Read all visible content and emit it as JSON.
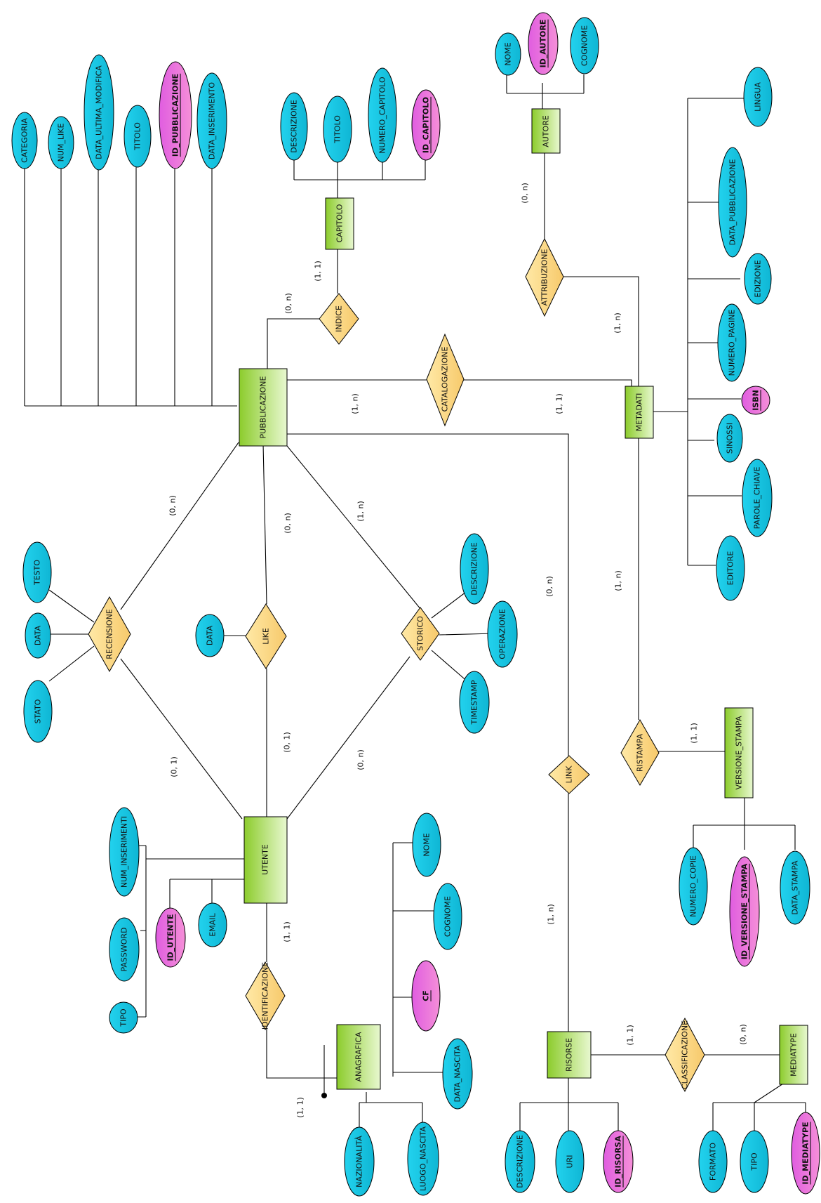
{
  "entities": {
    "pubblicazione": "PUBBLICAZIONE",
    "capitolo": "CAPITOLO",
    "autore": "AUTORE",
    "metadati": "METADATI",
    "utente": "UTENTE",
    "anagrafica": "ANAGRAFICA",
    "risorse": "RISORSE",
    "versione_stampa": "VERSIONE_STAMPA",
    "mediatype": "MEDIATYPE"
  },
  "relationships": {
    "indice": "INDICE",
    "catalogazione": "CATALOGAZIONE",
    "attribuzione": "ATTRIBUZIONE",
    "recensione": "RECENSIONE",
    "like": "LIKE",
    "storico": "STORICO",
    "link": "LINK",
    "ristampa": "RISTAMPA",
    "identificazione": "IDENTIFICAZIONE",
    "classificazione": "CLASSIFICAZIONE"
  },
  "attributes": {
    "pub_categoria": "CATEGORIA",
    "pub_num_like": "NUM_LIKE",
    "pub_data_ultima_modifica": "DATA_ULTIMA_MODIFICA",
    "pub_titolo": "TITOLO",
    "pub_id": "ID_PUBBLICAZIONE",
    "pub_data_inserimento": "DATA_INSERIMENTO",
    "cap_descrizione": "DESCRIZIONE",
    "cap_titolo": "TITOLO",
    "cap_numero": "NUMERO_CAPITOLO",
    "cap_id": "ID_CAPITOLO",
    "aut_nome": "NOME",
    "aut_id": "ID_AUTORE",
    "aut_cognome": "COGNOME",
    "met_lingua": "LINGUA",
    "met_data_pubblicazione": "DATA_PUBBLICAZIONE",
    "met_edizione": "EDIZIONE",
    "met_numero_pagine": "NUMERO_PAGINE",
    "met_isbn": "ISBN",
    "met_sinossi": "SINOSSI",
    "met_parole_chiave": "PAROLE_CHIAVE",
    "met_editore": "EDITORE",
    "rec_testo": "TESTO",
    "rec_data": "DATA",
    "rec_stato": "STATO",
    "like_data": "DATA",
    "sto_descrizione": "DESCRIZIONE",
    "sto_operazione": "OPERAZIONE",
    "sto_timestamp": "TIMESTAMP",
    "ute_num_inserimenti": "NUM_INSERIMENTI",
    "ute_password": "PASSWORD",
    "ute_tipo": "TIPO",
    "ute_id": "ID_UTENTE",
    "ute_email": "EMAIL",
    "ana_nome": "NOME",
    "ana_cognome": "COGNOME",
    "ana_cf": "CF",
    "ana_data_nascita": "DATA_NASCITA",
    "ana_nazionalita": "NAZIONALITÀ",
    "ana_luogo_nascita": "LUOGO_NASCITA",
    "vs_numero_copie": "NUMERO_COPIE",
    "vs_id": "ID_VERSIONE_STAMPA",
    "vs_data_stampa": "DATA_STAMPA",
    "ris_descrizione": "DESCRIZIONE",
    "ris_uri": "URI",
    "ris_id": "ID_RISORSA",
    "mt_formato": "FORMATO",
    "mt_tipo": "TIPO",
    "mt_id": "ID_MEDIATYPE"
  },
  "cardinalities": {
    "indice_pub": "(0, n)",
    "indice_cap": "(1, 1)",
    "cat_pub": "(1, n)",
    "cat_met": "(1, 1)",
    "attr_aut": "(0, n)",
    "attr_met": "(1, n)",
    "rec_pub": "(0, n)",
    "rec_ute": "(0, 1)",
    "like_pub": "(0, n)",
    "like_ute": "(0, 1)",
    "sto_pub": "(1, n)",
    "sto_ute": "(0, n)",
    "link_pub": "(0, n)",
    "link_ris": "(1, n)",
    "ris_met": "(1, n)",
    "ris_vs": "(1, 1)",
    "ide_ute": "(1, 1)",
    "ide_ana": "(1, 1)",
    "cla_ris": "(1, 1)",
    "cla_mt": "(0, n)"
  },
  "colors": {
    "entity_top": "#8ccc2c",
    "entity_bottom": "#e8f8d0",
    "relationship_top": "#ffe9a6",
    "relationship_bottom": "#f7c96b",
    "attribute_top": "#22d2ee",
    "attribute_bottom": "#0fb6d4",
    "key_top": "#e05de0",
    "key_bottom": "#f58fd8"
  }
}
